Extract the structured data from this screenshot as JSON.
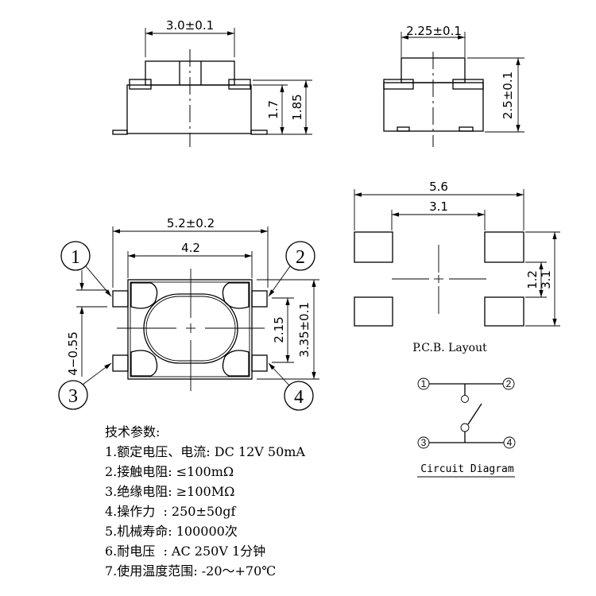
{
  "side_view_front": {
    "width_dim": "3.0±0.1",
    "height_dim_1": "1.7",
    "height_dim_2": "1.85"
  },
  "side_view_side": {
    "width_dim": "2.25±0.1",
    "height_dim": "2.5±0.1"
  },
  "top_view": {
    "outer_width_dim": "5.2±0.2",
    "body_width_dim": "4.2",
    "pin_width_dim": "4−0.55",
    "pin_pitch_dim": "2.15",
    "body_height_dim": "3.35±0.1",
    "pin_labels": [
      "1",
      "2",
      "3",
      "4"
    ]
  },
  "pcb_layout": {
    "outer_dim": "5.6",
    "inner_dim": "3.1",
    "gap_dim": "1.2",
    "height_dim": "3.1",
    "title": "P.C.B. Layout"
  },
  "circuit": {
    "pins": [
      "1",
      "2",
      "3",
      "4"
    ],
    "title": "Circuit Diagram"
  },
  "specs": {
    "heading": "技术参数:",
    "items": [
      "1.额定电压、电流: DC 12V 50mA",
      "2.接触电阻: ≤100mΩ",
      "3.绝缘电阻: ≥100MΩ",
      "4.操作力  : 250±50gf",
      "5.机械寿命: 100000次",
      "6.耐电压  : AC 250V 1分钟",
      "7.使用温度范围: -20～+70℃"
    ]
  }
}
